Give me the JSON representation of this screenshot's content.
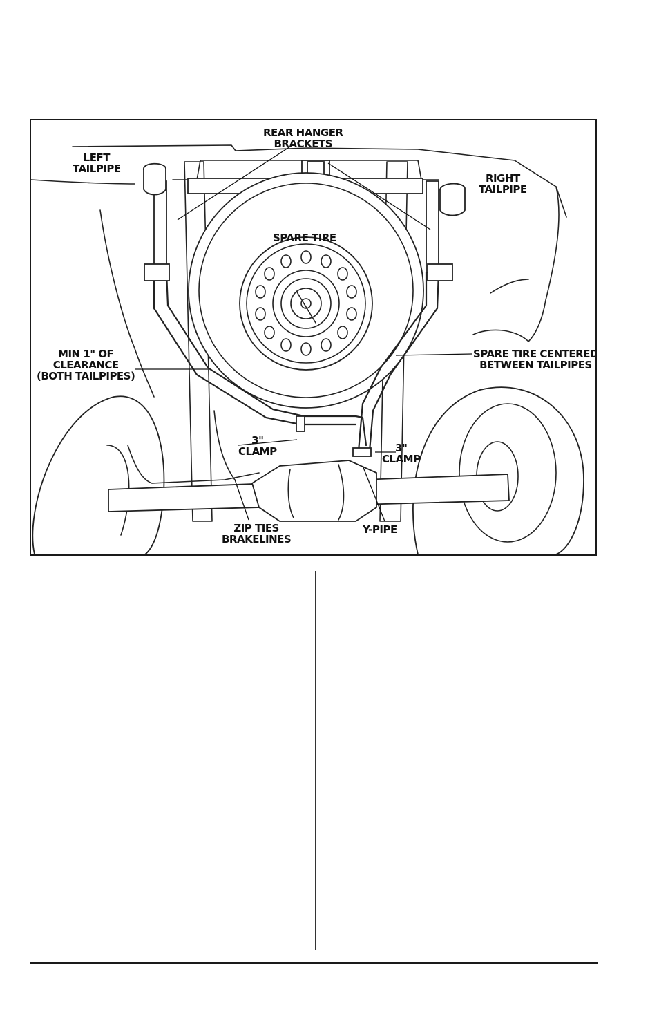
{
  "diagram": {
    "labels": {
      "rear_hanger_brackets": [
        "REAR HANGER",
        "BRACKETS"
      ],
      "left_tailpipe": [
        "LEFT",
        "TAILPIPE"
      ],
      "right_tailpipe": [
        "RIGHT",
        "TAILPIPE"
      ],
      "spare_tire": "SPARE TIRE",
      "min_clearance": [
        "MIN 1\" OF",
        "CLEARANCE",
        "(BOTH TAILPIPES)"
      ],
      "spare_tire_centered": [
        "SPARE TIRE CENTERED",
        "BETWEEN TAILPIPES"
      ],
      "clamp_left": [
        "3\"",
        "CLAMP"
      ],
      "clamp_right": [
        "3\"",
        "CLAMP"
      ],
      "zip_ties": [
        "ZIP TIES",
        "BRAKELINES"
      ],
      "y_pipe": "Y-PIPE"
    }
  }
}
